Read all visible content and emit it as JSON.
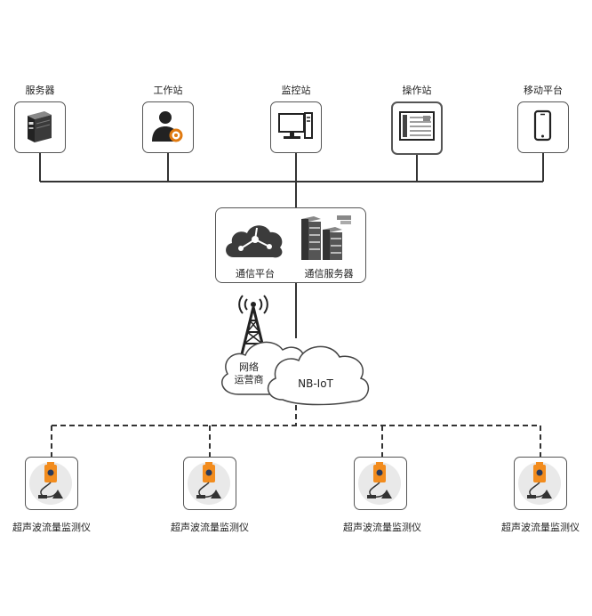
{
  "top_nodes": [
    {
      "label": "服务器",
      "icon": "server-icon"
    },
    {
      "label": "工作站",
      "icon": "workstation-user-icon"
    },
    {
      "label": "监控站",
      "icon": "monitor-computer-icon"
    },
    {
      "label": "操作站",
      "icon": "operation-panel-icon"
    },
    {
      "label": "移动平台",
      "icon": "smartphone-icon"
    }
  ],
  "platform": {
    "comm_platform": "通信平台",
    "comm_server": "通信服务器"
  },
  "network": {
    "operator_line1": "网络",
    "operator_line2": "运营商",
    "nbiot": "NB-IoT"
  },
  "devices": [
    {
      "label": "超声波流量监测仪"
    },
    {
      "label": "超声波流量监测仪"
    },
    {
      "label": "超声波流量监测仪"
    },
    {
      "label": "超声波流量监测仪"
    }
  ],
  "colors": {
    "line": "#333333",
    "device_orange": "#f28c1e",
    "cloud_stroke": "#444444"
  }
}
